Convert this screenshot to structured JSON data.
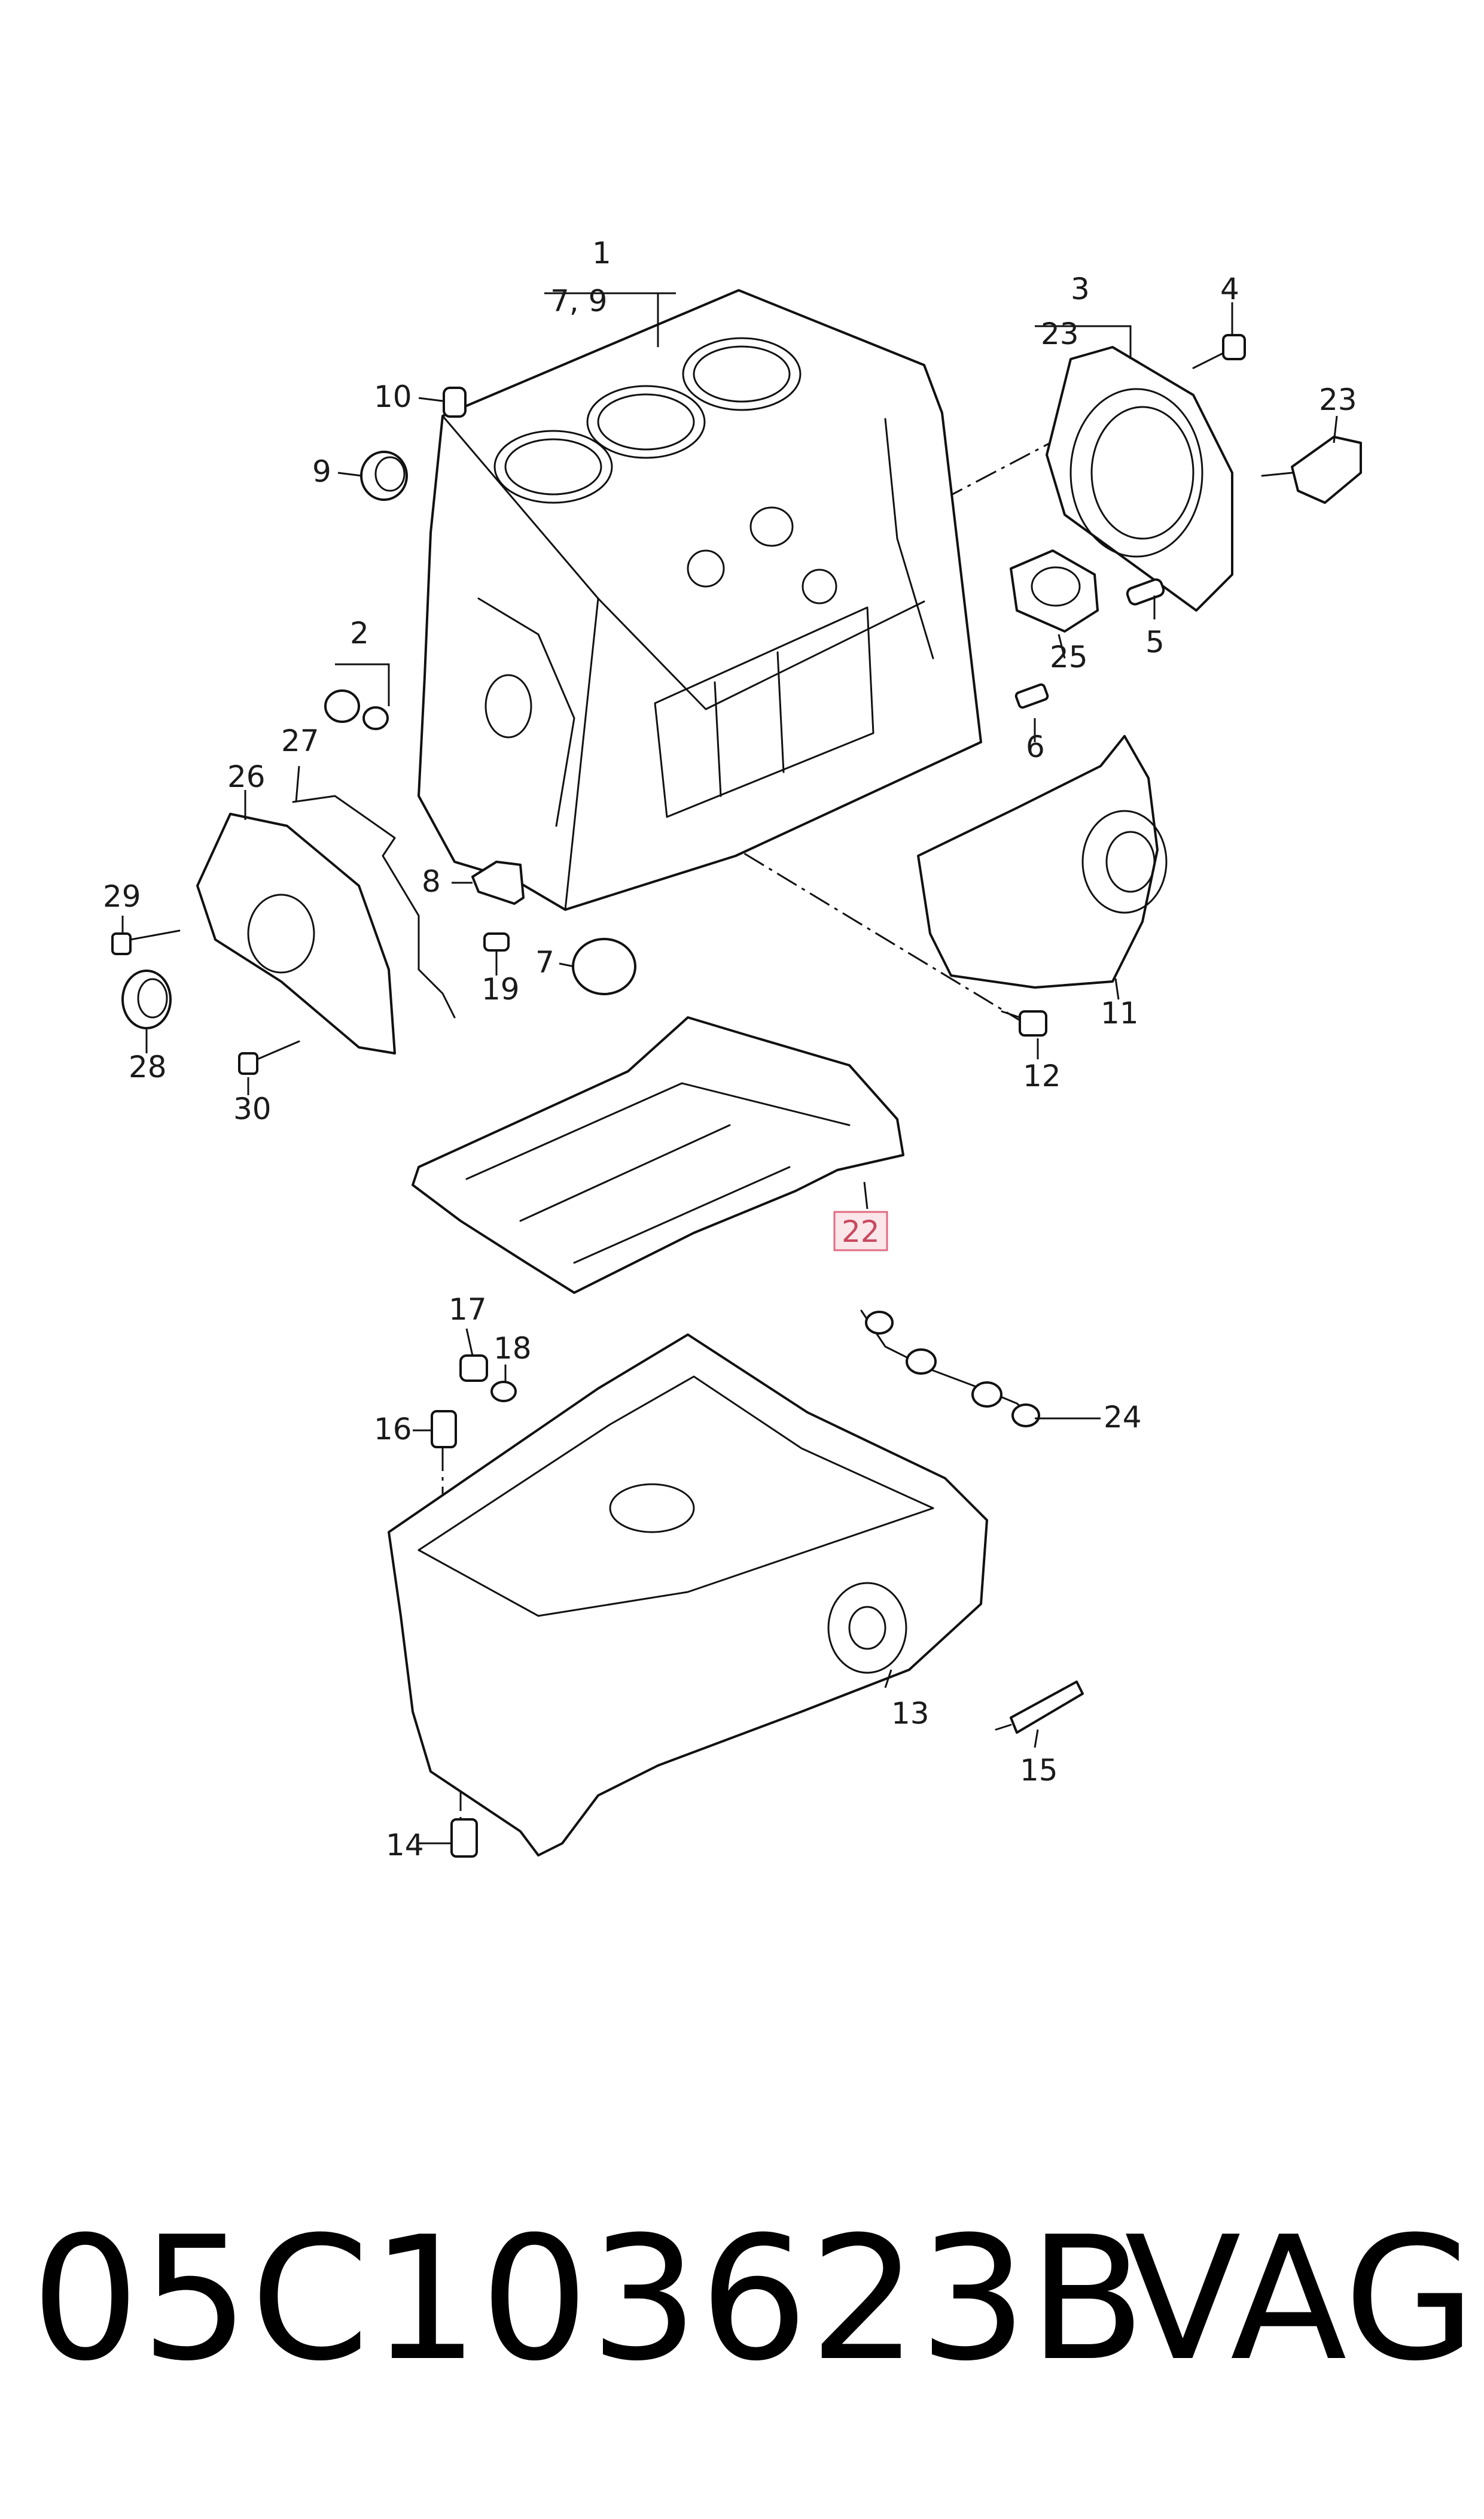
{
  "callouts": {
    "c1": "1",
    "c1_sub": "7, 9",
    "c2": "2",
    "c3": "3",
    "c3_sub": "23",
    "c4": "4",
    "c5": "5",
    "c6": "6",
    "c7": "7",
    "c8": "8",
    "c9": "9",
    "c10": "10",
    "c11": "11",
    "c12": "12",
    "c13": "13",
    "c14": "14",
    "c15": "15",
    "c16": "16",
    "c17": "17",
    "c18": "18",
    "c19": "19",
    "c22": "22",
    "c23": "23",
    "c24": "24",
    "c25": "25",
    "c26": "26",
    "c27": "27",
    "c28": "28",
    "c29": "29",
    "c30": "30"
  },
  "highlighted_callout": "22",
  "footer": {
    "part_number": "05C103623B",
    "brand": "VAG"
  },
  "colors": {
    "line": "#111111",
    "highlight_fill": "#fbe6ea",
    "highlight_stroke": "#e06b80",
    "highlight_text": "#c8495f"
  }
}
